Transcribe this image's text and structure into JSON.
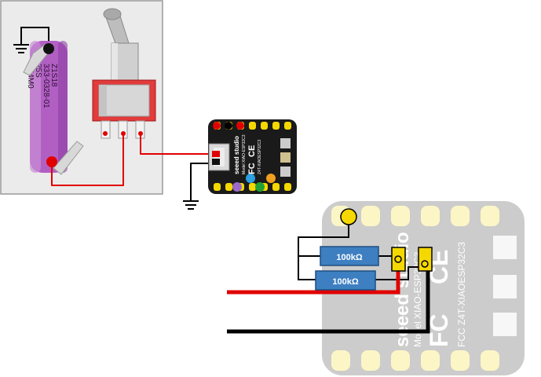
{
  "battery": {
    "print_lines": [
      "333-0328-01",
      "25S",
      "2K4M0",
      "Z1S18"
    ]
  },
  "board_small": {
    "brand": "seeed studio",
    "model": "Model XIAO-ESP32C3",
    "fcc": "FC",
    "ce": "CE",
    "id": "Z4T-XIAOESP32C3"
  },
  "resistors": [
    {
      "label": "100kΩ"
    },
    {
      "label": "100kΩ"
    }
  ],
  "board_large": {
    "brand": "seeed studio",
    "model": "Model XIAO-ESP32C3",
    "fcc": "FC",
    "ce": "CE",
    "id": "FCC Z4T-XIAOESP32C3"
  },
  "colors": {
    "wire_red": "#e00000",
    "wire_black": "#000000",
    "battery": "#b25fc4",
    "board": "#1a1a1a",
    "pad_yellow": "#f5d800",
    "resistor": "#3d7fc1"
  }
}
